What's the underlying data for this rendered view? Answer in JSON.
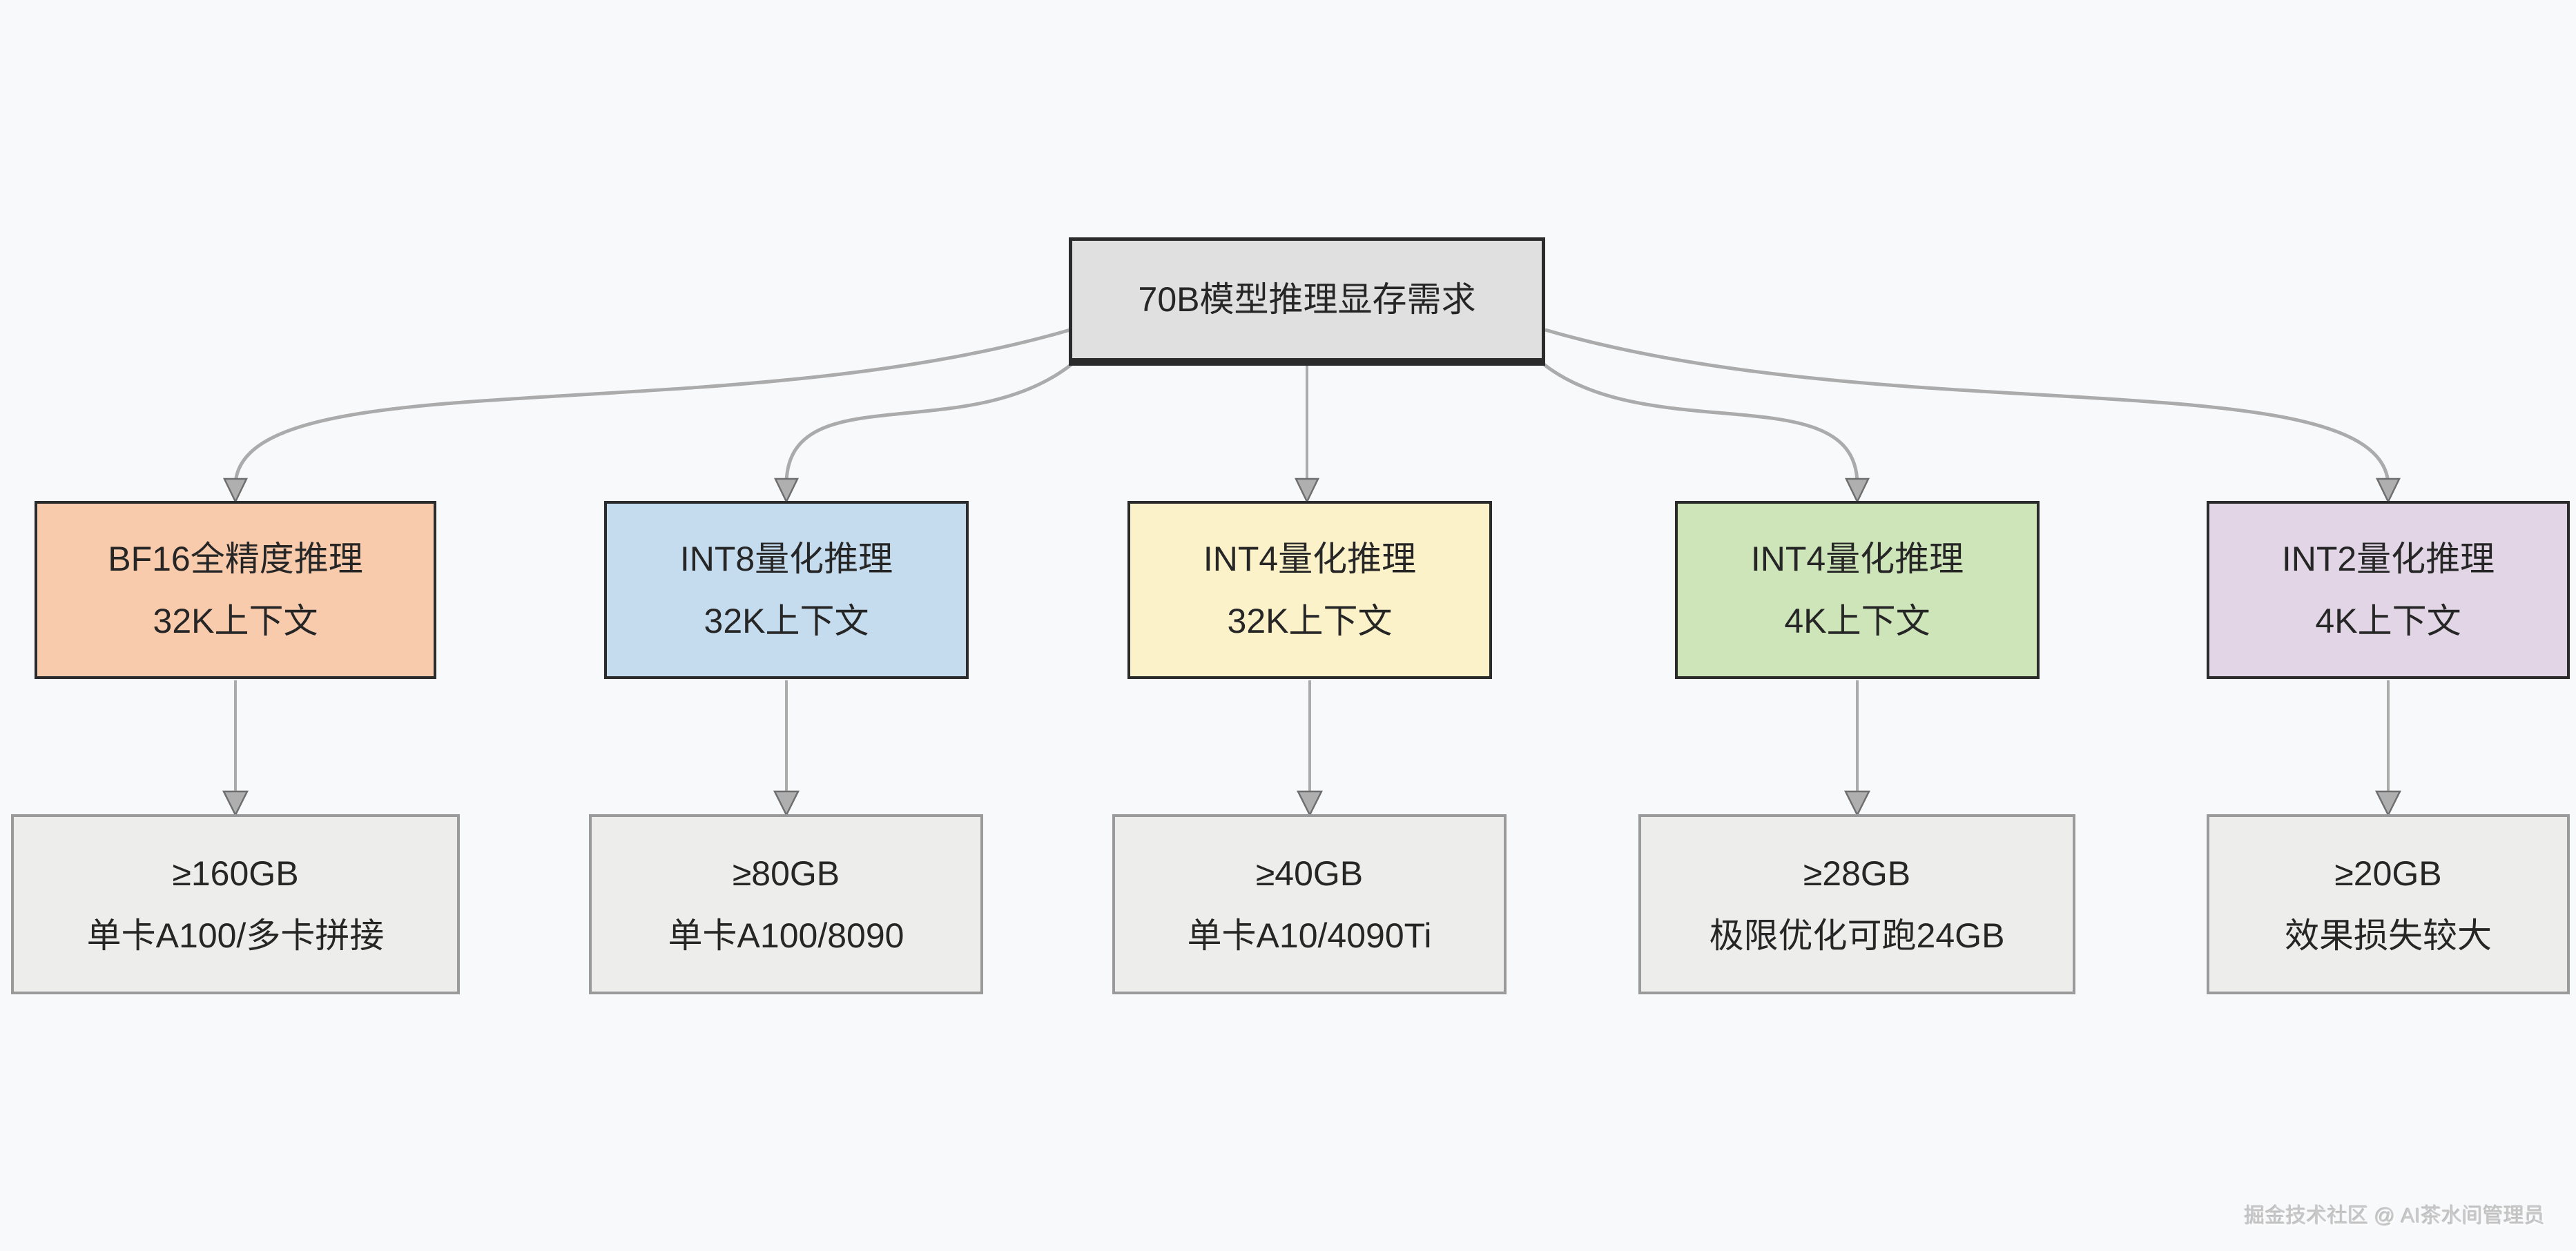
{
  "diagram": {
    "root": {
      "label": "70B模型推理显存需求",
      "fill": "#E0E0E0"
    },
    "columns": [
      {
        "id": "bf16-32k",
        "quant": {
          "lines": [
            "BF16全精度推理",
            "32K上下文"
          ],
          "fill": "#F8CBAD"
        },
        "requirement": {
          "lines": [
            "≥160GB",
            "单卡A100/多卡拼接"
          ]
        }
      },
      {
        "id": "int8-32k",
        "quant": {
          "lines": [
            "INT8量化推理",
            "32K上下文"
          ],
          "fill": "#C5DCEF"
        },
        "requirement": {
          "lines": [
            "≥80GB",
            "单卡A100/8090"
          ]
        }
      },
      {
        "id": "int4-32k",
        "quant": {
          "lines": [
            "INT4量化推理",
            "32K上下文"
          ],
          "fill": "#FCF2CA"
        },
        "requirement": {
          "lines": [
            "≥40GB",
            "单卡A10/4090Ti"
          ]
        }
      },
      {
        "id": "int4-4k",
        "quant": {
          "lines": [
            "INT4量化推理",
            "4K上下文"
          ],
          "fill": "#CDE5B8"
        },
        "requirement": {
          "lines": [
            "≥28GB",
            "极限优化可跑24GB"
          ]
        }
      },
      {
        "id": "int2-4k",
        "quant": {
          "lines": [
            "INT2量化推理",
            "4K上下文"
          ],
          "fill": "#E2D6E6"
        },
        "requirement": {
          "lines": [
            "≥20GB",
            "效果损失较大"
          ]
        }
      }
    ],
    "requirement_fill": "#EDEDEC"
  },
  "watermark": "掘金技术社区 @ AI茶水间管理员",
  "colors": {
    "background": "#F8F9FB",
    "node_border_dark": "#2B2B2B",
    "requirement_border": "#9A9A9A",
    "edge_stroke": "#ABABAB",
    "arrowhead_fill": "#AFAFAF",
    "arrowhead_stroke": "#6E6E6E",
    "text": "#262626",
    "watermark_text": "#C9C9C9"
  }
}
